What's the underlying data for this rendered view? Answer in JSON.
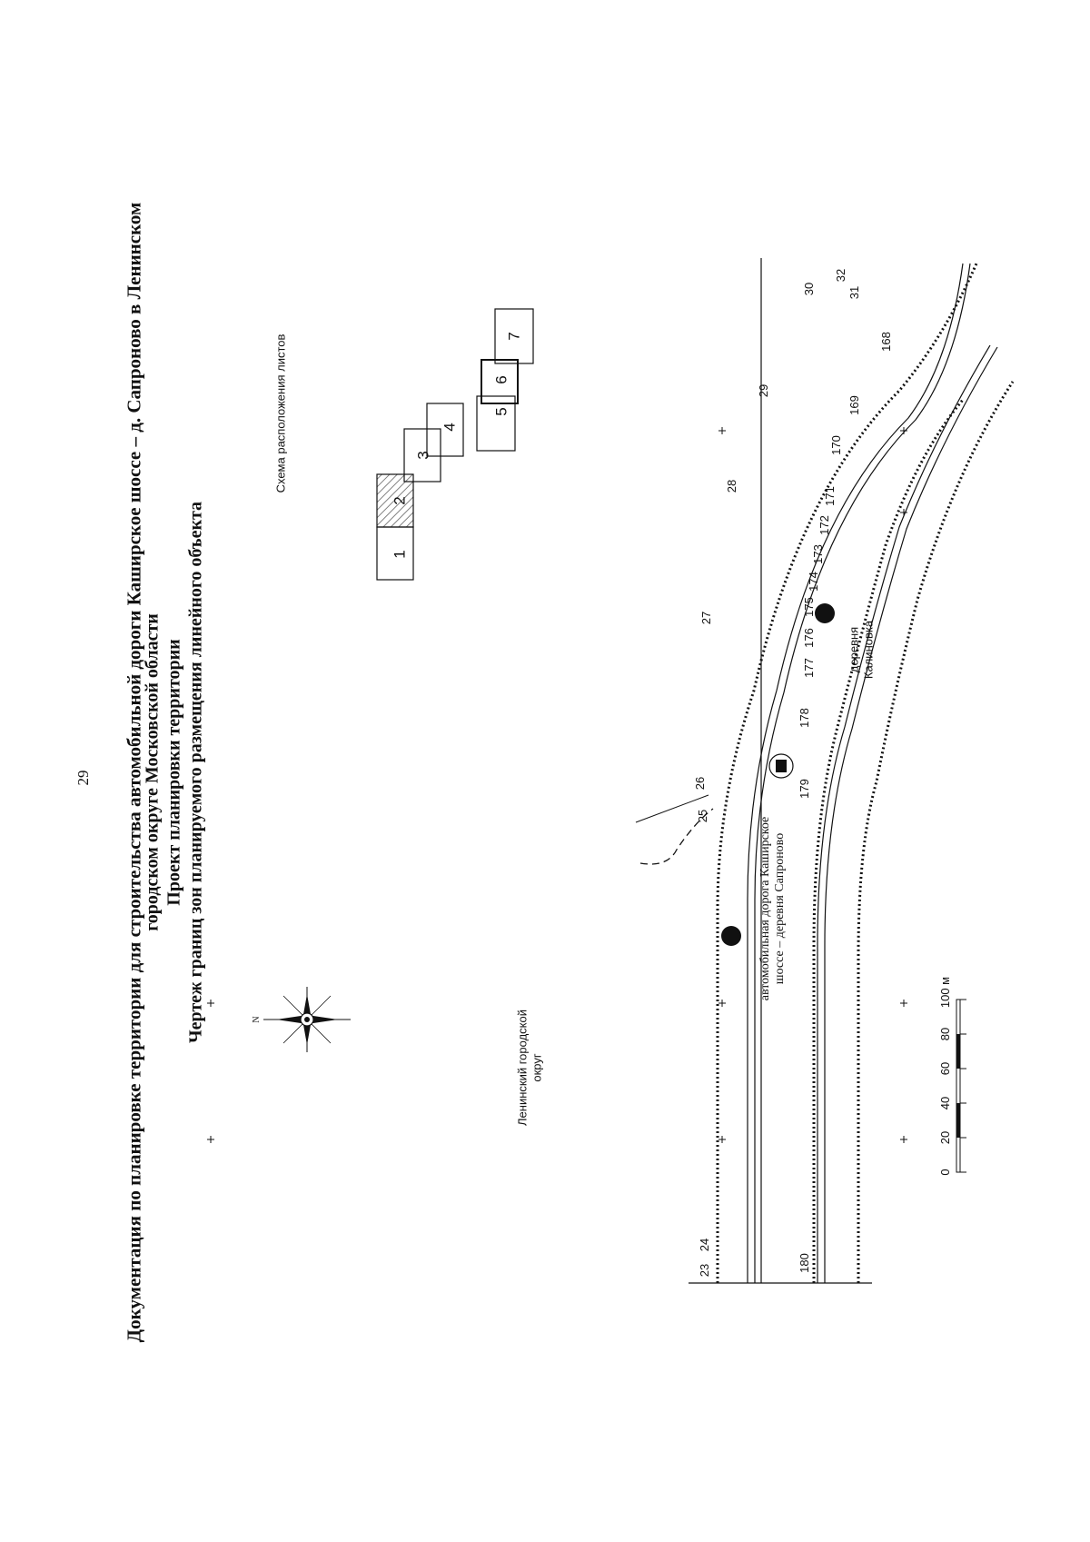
{
  "page": {
    "number": "29"
  },
  "title": {
    "line1": "Документация по планировке территории для строительства автомобильной дороги Каширское шоссе – д. Сапроново в Ленинском",
    "line2": "городском округе Московской области",
    "line3": "Проект планировки территории",
    "line4": "Чертеж границ зон планируемого размещения линейного объекта"
  },
  "sheet_layout": {
    "label": "Схема расположения листов",
    "sheets": [
      "1",
      "2",
      "3",
      "4",
      "5",
      "6",
      "7"
    ],
    "highlighted_sheet": "2"
  },
  "map_labels": {
    "district_line1": "Ленинский городской",
    "district_line2": "округ",
    "village_line1": "деревня",
    "village_line2": "Калиновка",
    "road_line1": "автомобильная дорога Каширское",
    "road_line2": "шоссе – деревня Сапроново"
  },
  "compass": {
    "north_label": "N"
  },
  "scale_bar": {
    "ticks": [
      "0",
      "20",
      "40",
      "60",
      "80",
      "100 м"
    ]
  },
  "point_numbers": {
    "upper": [
      "23",
      "24",
      "25",
      "26",
      "27",
      "28",
      "29",
      "30",
      "31",
      "32"
    ],
    "lower": [
      "180",
      "179",
      "178",
      "177",
      "176",
      "175",
      "174",
      "173",
      "172",
      "171",
      "170",
      "169",
      "168"
    ]
  },
  "colors": {
    "ink": "#111111",
    "hatch": "#555555"
  }
}
